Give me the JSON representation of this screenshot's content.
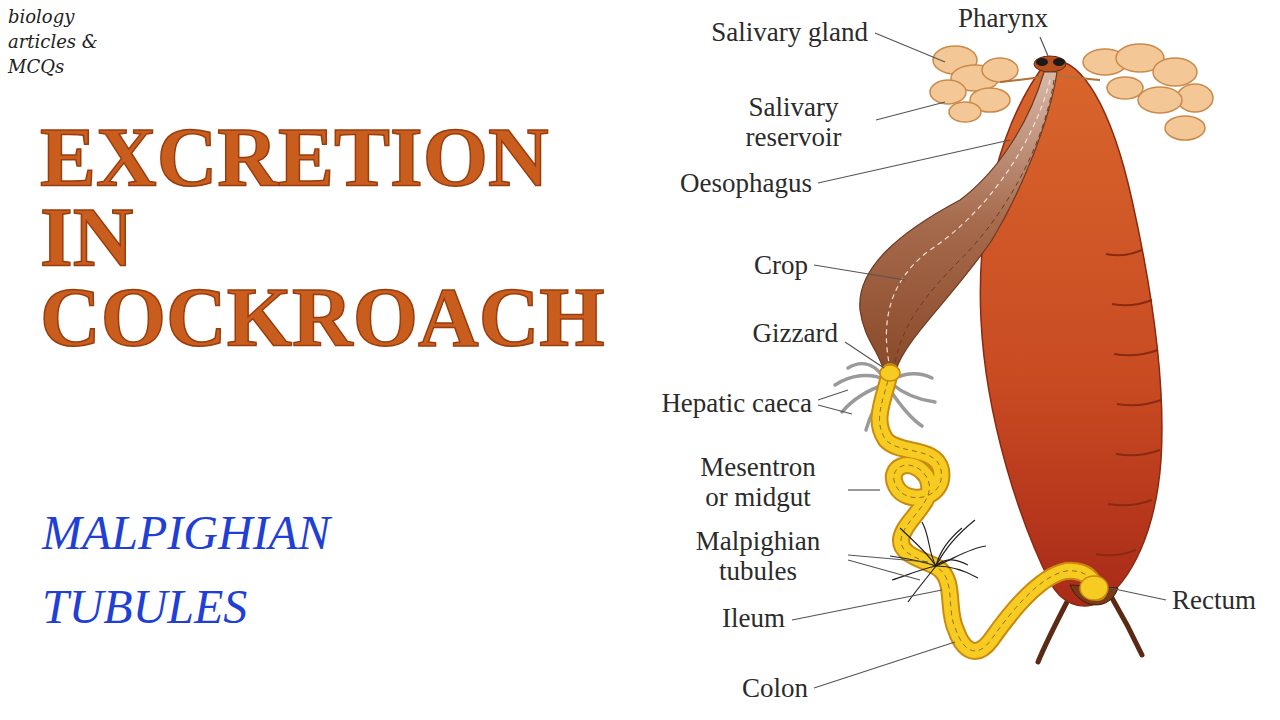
{
  "diagram": {
    "title": "EXCRETION IN COCKROACH",
    "caption": "MALPIGHIAN TUBULES",
    "labels": [
      "biology articles & MCQs",
      "Salivary gland",
      "Pharynx",
      "Salivary reservoir",
      "Oesophagus",
      "Crop",
      "Gizzard",
      "Hepatic caeca",
      "Mesentron or midgut",
      "Malpighian tubules",
      "Ileum",
      "Colon",
      "Rectum"
    ]
  }
}
